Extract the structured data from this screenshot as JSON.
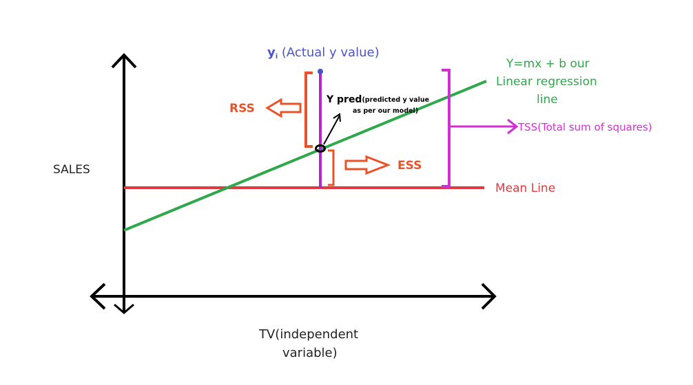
{
  "diagram": {
    "y_axis_label": "SALES",
    "x_axis_label_line1": "TV(independent",
    "x_axis_label_line2": "variable)",
    "actual_point_label": {
      "main": "y",
      "sub": "i",
      "rest": " (Actual y value)"
    },
    "regression_label": {
      "line1": "Y=mx + b our",
      "line2": "Linear regression",
      "line3": "line"
    },
    "tss_label": "TSS(Total sum of squares)",
    "mean_label": "Mean Line",
    "rss_label": "RSS",
    "ess_label": "ESS",
    "ypred_label": {
      "main": "Y pred",
      "detail1": "(predicted y value",
      "detail2": "as per our model)"
    },
    "colors": {
      "axis": "#000000",
      "regression": "#2ea84a",
      "mean": "#e0393f",
      "tss": "#d22fd2",
      "rss_ess": "#e8532a",
      "actual_point": "#4a54c8"
    }
  }
}
